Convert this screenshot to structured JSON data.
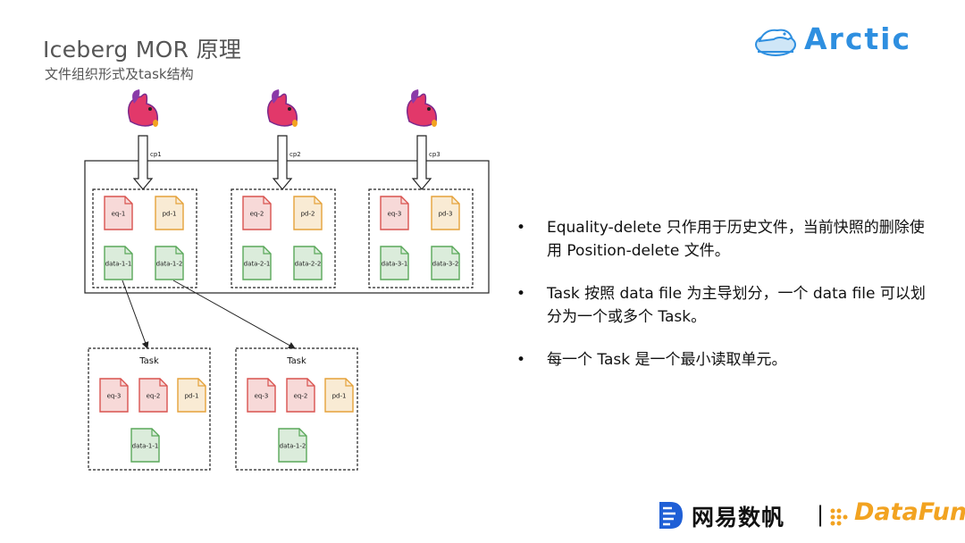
{
  "header": {
    "title": "Iceberg MOR 原理",
    "subtitle": "文件组织形式及task结构"
  },
  "brand": {
    "name": "Arctic"
  },
  "diagram": {
    "checkpoints": [
      "cp1",
      "cp2",
      "cp3"
    ],
    "snapshot_groups": [
      {
        "files": [
          "eq-1",
          "pd-1",
          "data-1-1",
          "data-1-2"
        ]
      },
      {
        "files": [
          "eq-2",
          "pd-2",
          "data-2-1",
          "data-2-2"
        ]
      },
      {
        "files": [
          "eq-3",
          "pd-3",
          "data-3-1",
          "data-3-2"
        ]
      }
    ],
    "tasks": [
      {
        "label": "Task",
        "files": [
          "eq-3",
          "eq-2",
          "pd-1",
          "data-1-1"
        ]
      },
      {
        "label": "Task",
        "files": [
          "eq-3",
          "eq-2",
          "pd-1",
          "data-1-2"
        ]
      }
    ],
    "colors": {
      "eq": "#d9534f",
      "pd": "#e5a23a",
      "data": "#5aa85a"
    }
  },
  "bullets": [
    "Equality-delete 只作用于历史文件，当前快照的删除使用 Position-delete 文件。",
    "Task 按照 data file 为主导划分，一个 data file 可以划分为一个或多个 Task。",
    "每一个 Task 是一个最小读取单元。"
  ],
  "footer": {
    "netease": "网易数帆",
    "separator": "|",
    "datafun": "DataFun."
  }
}
